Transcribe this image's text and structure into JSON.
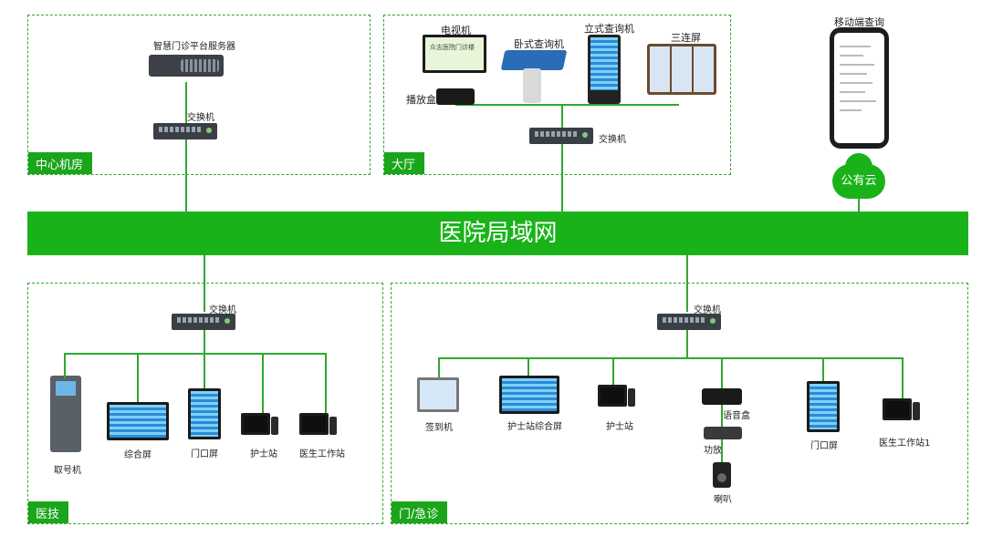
{
  "zones": {
    "center": "中心机房",
    "hall": "大厅",
    "medtech": "医技",
    "outpatient": "门/急诊"
  },
  "network": "医院局域网",
  "cloud": "公有云",
  "labels": {
    "server": "智慧门诊平台服务器",
    "switch_center": "交换机",
    "switch_hall": "交换机",
    "switch_medtech": "交换机",
    "switch_outpatient": "交换机",
    "tv": "电视机",
    "tv_screen": "众志医院门诊楼",
    "player": "播放盒",
    "kiosk_flat": "卧式查询机",
    "kiosk_stand": "立式查询机",
    "triple": "三连屏",
    "mobile": "移动端查询",
    "ticket": "取号机",
    "combo_screen": "综合屏",
    "door_screen": "门口屏",
    "nurse_station": "护士站",
    "doctor_ws": "医生工作站",
    "checkin": "签到机",
    "nurse_combo": "护士站综合屏",
    "nurse_station2": "护士站",
    "voice_box": "语音盒",
    "amp": "功放",
    "speaker": "喇叭",
    "door_screen2": "门口屏",
    "doctor_ws1": "医生工作站1"
  },
  "colors": {
    "accent": "#19b319",
    "line": "#2fa82f",
    "dashed": "#2fa82f"
  }
}
